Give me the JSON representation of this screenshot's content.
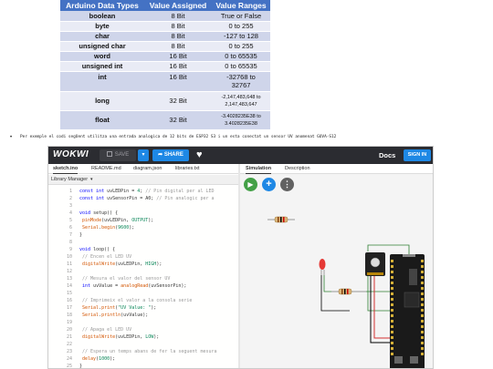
{
  "table": {
    "headers": [
      "Arduino Data Types",
      "Value Assigned",
      "Value Ranges"
    ],
    "rows": [
      {
        "type": "boolean",
        "size": "8 Bit",
        "range": "True or False"
      },
      {
        "type": "byte",
        "size": "8 Bit",
        "range": "0 to 255"
      },
      {
        "type": "char",
        "size": "8 Bit",
        "range": "-127 to 128"
      },
      {
        "type": "unsigned char",
        "size": "8 Bit",
        "range": "0 to 255"
      },
      {
        "type": "word",
        "size": "16 Bit",
        "range": "0 to 65535"
      },
      {
        "type": "unsigned int",
        "size": "16 Bit",
        "range": "0 to 65535"
      },
      {
        "type": "int",
        "size": "16 Bit",
        "range": "-32768 to",
        "range2": "32767"
      },
      {
        "type": "long",
        "size": "32 Bit",
        "range": "-2,147,483,648 to",
        "range2": "2,147,483,647"
      },
      {
        "type": "float",
        "size": "32 Bit",
        "range": "-3.4028235E38 to",
        "range2": "3.4028235E38"
      }
    ]
  },
  "bullet_text": "Per exemple el codi segUent utilitza una entrada analogica de 12 bits de ESP32 S3 i un esta conectat un sensor UV anomenat GUVA-S12",
  "wokwi": {
    "logo": "WOKWI",
    "save_label": "SAVE",
    "share_label": "SHARE",
    "docs_label": "Docs",
    "signin_label": "SIGN IN",
    "editor_tabs": [
      "sketch.ino",
      "README.md",
      "diagram.json",
      "libraries.txt"
    ],
    "library_manager": "Library Manager",
    "sim_tabs": [
      "Simulation",
      "Description"
    ],
    "code_lines": [
      "const int uvLEDPin = 4; // Pin digital per al LED",
      "const int uvSensorPin = A0; // Pin analogic per a",
      "",
      "void setup() {",
      "  pinMode(uvLEDPin, OUTPUT);",
      "  Serial.begin(9600);",
      "}",
      "",
      "void loop() {",
      "  // Encen el LED UV",
      "  digitalWrite(uvLEDPin, HIGH);",
      "",
      "  // Mesura el valor del sensor UV",
      "  int uvValue = analogRead(uvSensorPin);",
      "",
      "  // Imprimeix el valor a la consola serie",
      "  Serial.print(\"UV Value: \");",
      "  Serial.println(uvValue);",
      "",
      "  // Apaga el LED UV",
      "  digitalWrite(uvLEDPin, LOW);",
      "",
      "  // Espera un temps abans de fer la seguent mesura",
      "  delay(1000);",
      "}"
    ]
  },
  "colors": {
    "header_blue": "#4472c4",
    "row_odd": "#cfd5ea",
    "row_even": "#e9ebf5",
    "topbar": "#2b2c31",
    "accent_blue": "#1e88e5",
    "run_green": "#43a047"
  }
}
